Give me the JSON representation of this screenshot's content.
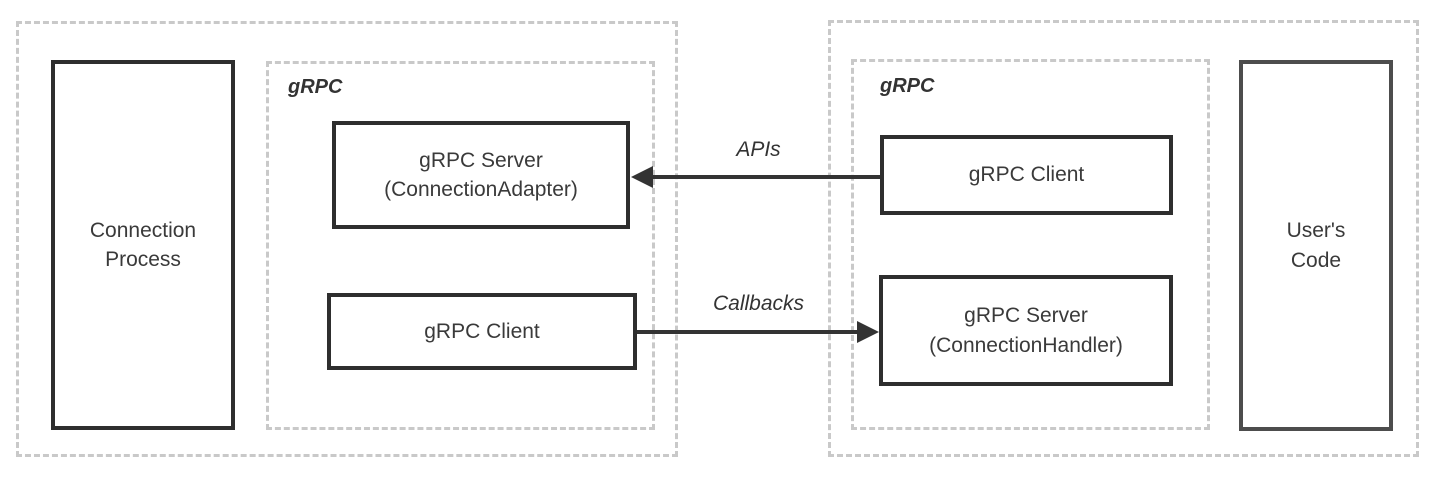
{
  "colors": {
    "background": "#ffffff",
    "dash-border": "#c9c9c9",
    "solid-border": "#2e2e2e",
    "users-code-border": "#4d4d4d",
    "text": "#3a3a3a",
    "arrow": "#333333"
  },
  "left_region": {
    "process_box": {
      "line1": "Connection",
      "line2": "Process"
    },
    "grpc_group": {
      "label": "gRPC",
      "server_box": {
        "line1": "gRPC Server",
        "line2": "(ConnectionAdapter)"
      },
      "client_box": {
        "label": "gRPC Client"
      }
    }
  },
  "right_region": {
    "grpc_group": {
      "label": "gRPC",
      "client_box": {
        "label": "gRPC Client"
      },
      "server_box": {
        "line1": "gRPC Server",
        "line2": "(ConnectionHandler)"
      }
    },
    "users_code_box": {
      "line1": "User's",
      "line2": "Code"
    }
  },
  "arrows": {
    "apis": {
      "label": "APIs",
      "direction": "left"
    },
    "callbacks": {
      "label": "Callbacks",
      "direction": "right"
    }
  }
}
